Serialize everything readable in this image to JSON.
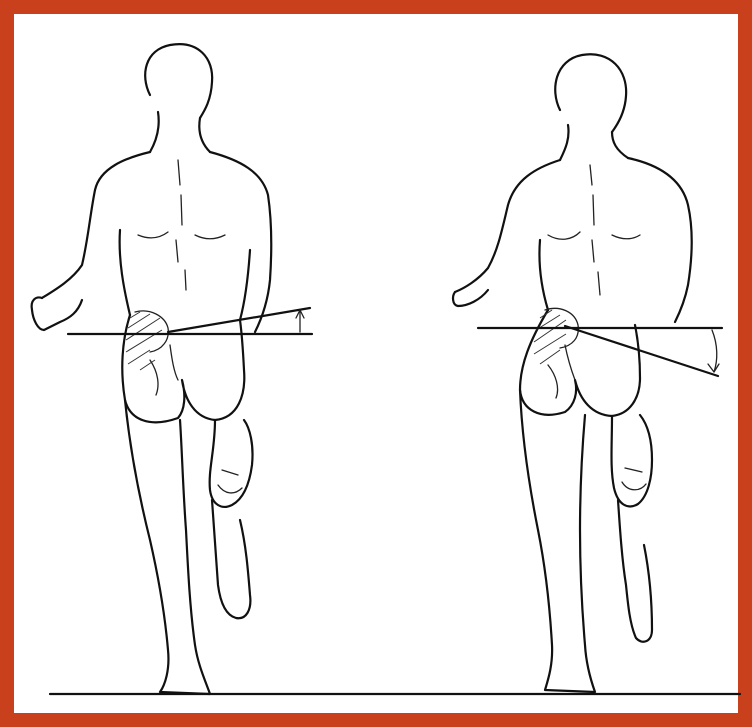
{
  "figure": {
    "frame_color": "#c8401c",
    "panels": [
      {
        "id": "left",
        "pelvic_tilt": "small"
      },
      {
        "id": "right",
        "pelvic_tilt": "large"
      }
    ]
  }
}
